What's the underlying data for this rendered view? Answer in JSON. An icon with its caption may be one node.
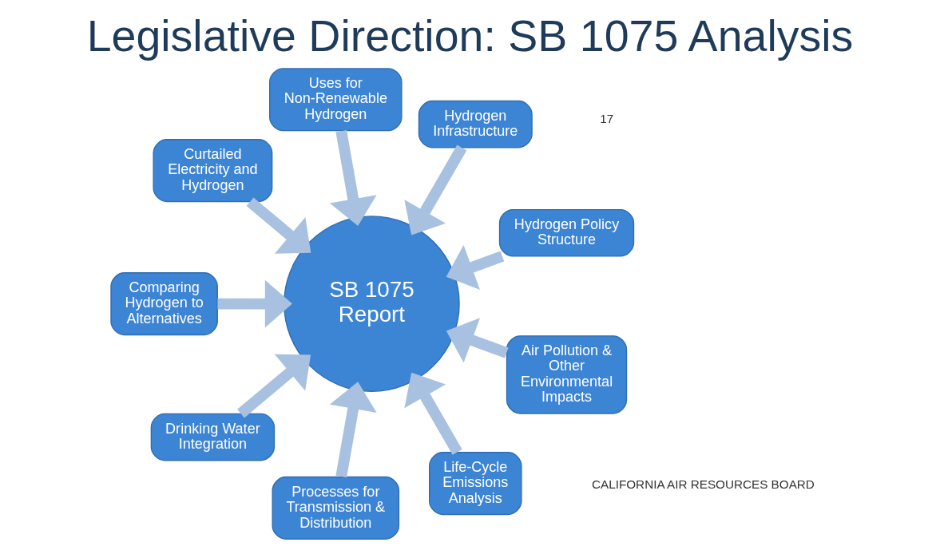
{
  "diagram": {
    "title": "Legislative Direction: SB 1075 Analysis",
    "nodes": [
      {
        "text": [
          "Hydrogen Policy Structure"
        ]
      },
      {
        "text": [
          "Hydrogen Infrastructure"
        ]
      },
      {
        "text": [
          "Uses for Non-Renewable Hydrogen"
        ]
      },
      {
        "text": [
          "Curtailed Electricity and Hydrogen"
        ]
      },
      {
        "text": [
          "Comparing Hydrogen to Alternatives"
        ]
      },
      {
        "text": [
          "Drinking Water Integration"
        ]
      },
      {
        "text": [
          "Processes for Transmission & Distribution"
        ]
      },
      {
        "text": [
          "Life-Cycle Emissions Analysis"
        ]
      },
      {
        "text": [
          "Air Pollution & Other Environmental Impacts"
        ]
      },
      {
        "text": [
          "SB 1075 Report"
        ]
      }
    ],
    "edges": [
      {
        "from": 0,
        "to": 9,
        "arrow": "to"
      },
      {
        "from": 1,
        "to": 9,
        "arrow": "to"
      },
      {
        "from": 2,
        "to": 9,
        "arrow": "to"
      },
      {
        "from": 3,
        "to": 9,
        "arrow": "to"
      },
      {
        "from": 4,
        "to": 9,
        "arrow": "to"
      },
      {
        "from": 5,
        "to": 9,
        "arrow": "to"
      },
      {
        "from": 6,
        "to": 9,
        "arrow": "to"
      },
      {
        "from": 7,
        "to": 9,
        "arrow": "to"
      },
      {
        "from": 8,
        "to": 9,
        "arrow": "to"
      }
    ],
    "labels": [
      "CALIFORNIA AIR RESOURCES BOARD",
      "17"
    ]
  }
}
